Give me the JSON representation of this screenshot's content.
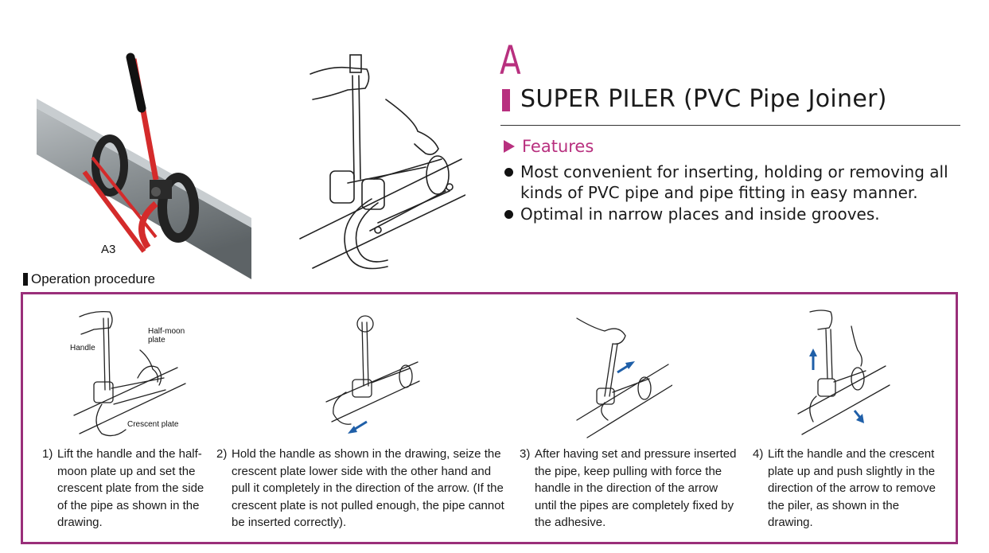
{
  "header": {
    "letter": "A",
    "title": "SUPER PILER (PVC Pipe Joiner)",
    "features_label": "Features",
    "features": [
      "Most convenient for inserting, holding or removing all kinds of PVC pipe and pipe fitting in easy manner.",
      "Optimal in narrow places and inside grooves."
    ]
  },
  "photo": {
    "model_label": "A3"
  },
  "operation": {
    "heading": "Operation procedure",
    "diagram_labels": {
      "handle": "Handle",
      "half_moon_plate": "Half-moon plate",
      "crescent_plate": "Crescent plate"
    },
    "steps": [
      {
        "num": "1)",
        "text": "Lift the handle and the half-moon plate up and set the crescent plate from the side of the pipe as shown in the drawing."
      },
      {
        "num": "2)",
        "text": "Hold the handle as shown in the drawing, seize the crescent plate lower side with the other hand and pull it completely in the direction of the arrow. (If the crescent plate is not pulled enough, the pipe cannot be inserted correctly)."
      },
      {
        "num": "3)",
        "text": "After having set and pressure inserted the pipe, keep pulling with force the handle in the direction of the arrow until the pipes are completely fixed by the adhesive."
      },
      {
        "num": "4)",
        "text": "Lift the handle and the crescent plate up and push slightly in the direction of the arrow to remove the piler, as shown in the drawing."
      }
    ]
  },
  "colors": {
    "accent": "#b8307f",
    "frame": "#9a2f7a",
    "tool_red": "#d42b2b",
    "pipe_gray": "#8e9498",
    "arrow_blue": "#1f5fa8"
  }
}
